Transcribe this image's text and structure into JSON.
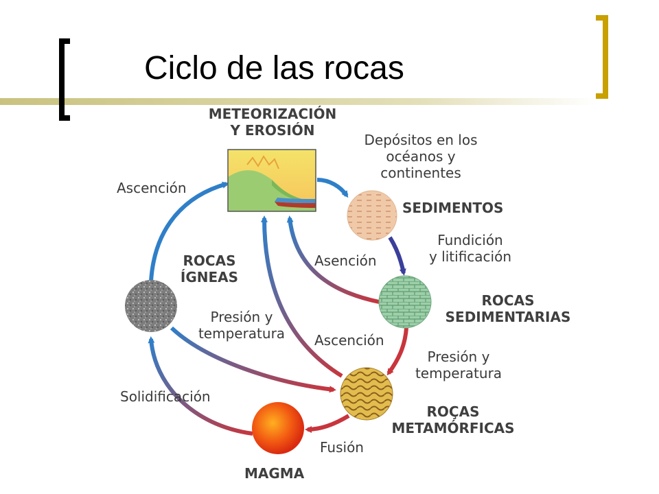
{
  "slide": {
    "title": "Ciclo de las rocas",
    "accent_bar_color": "#c9c27f",
    "left_bracket_color": "#000000",
    "right_bracket_color": "#c8a000"
  },
  "diagram": {
    "nodes": {
      "weathering": {
        "line1": "METEORIZACIÓN",
        "line2": "Y EROSIÓN"
      },
      "deposits": {
        "line1": "Depósitos en los",
        "line2": "océanos y",
        "line3": "continentes"
      },
      "sediments": {
        "label": "SEDIMENTOS"
      },
      "sedimentary_rocks": {
        "line1": "ROCAS",
        "line2": "SEDIMENTARIAS"
      },
      "metamorphic_rocks": {
        "line1": "ROÇAS",
        "line2": "METAMÓRFICAS"
      },
      "magma": {
        "label": "MAGMA"
      },
      "igneous_rocks": {
        "line1": "ROCAS",
        "line2": "ÍGNEAS"
      }
    },
    "processes": {
      "ascension_left": "Ascención",
      "fusion_litification": {
        "line1": "Fundición",
        "line2": "y litificación"
      },
      "asencion_middle": "Asención",
      "pressure_temp_left": {
        "line1": "Presión y",
        "line2": "temperatura"
      },
      "ascension_lower": "Ascención",
      "pressure_temp_right": {
        "line1": "Presión y",
        "line2": "temperatura"
      },
      "solidification": "Solidificación",
      "fusion": "Fusión"
    }
  }
}
